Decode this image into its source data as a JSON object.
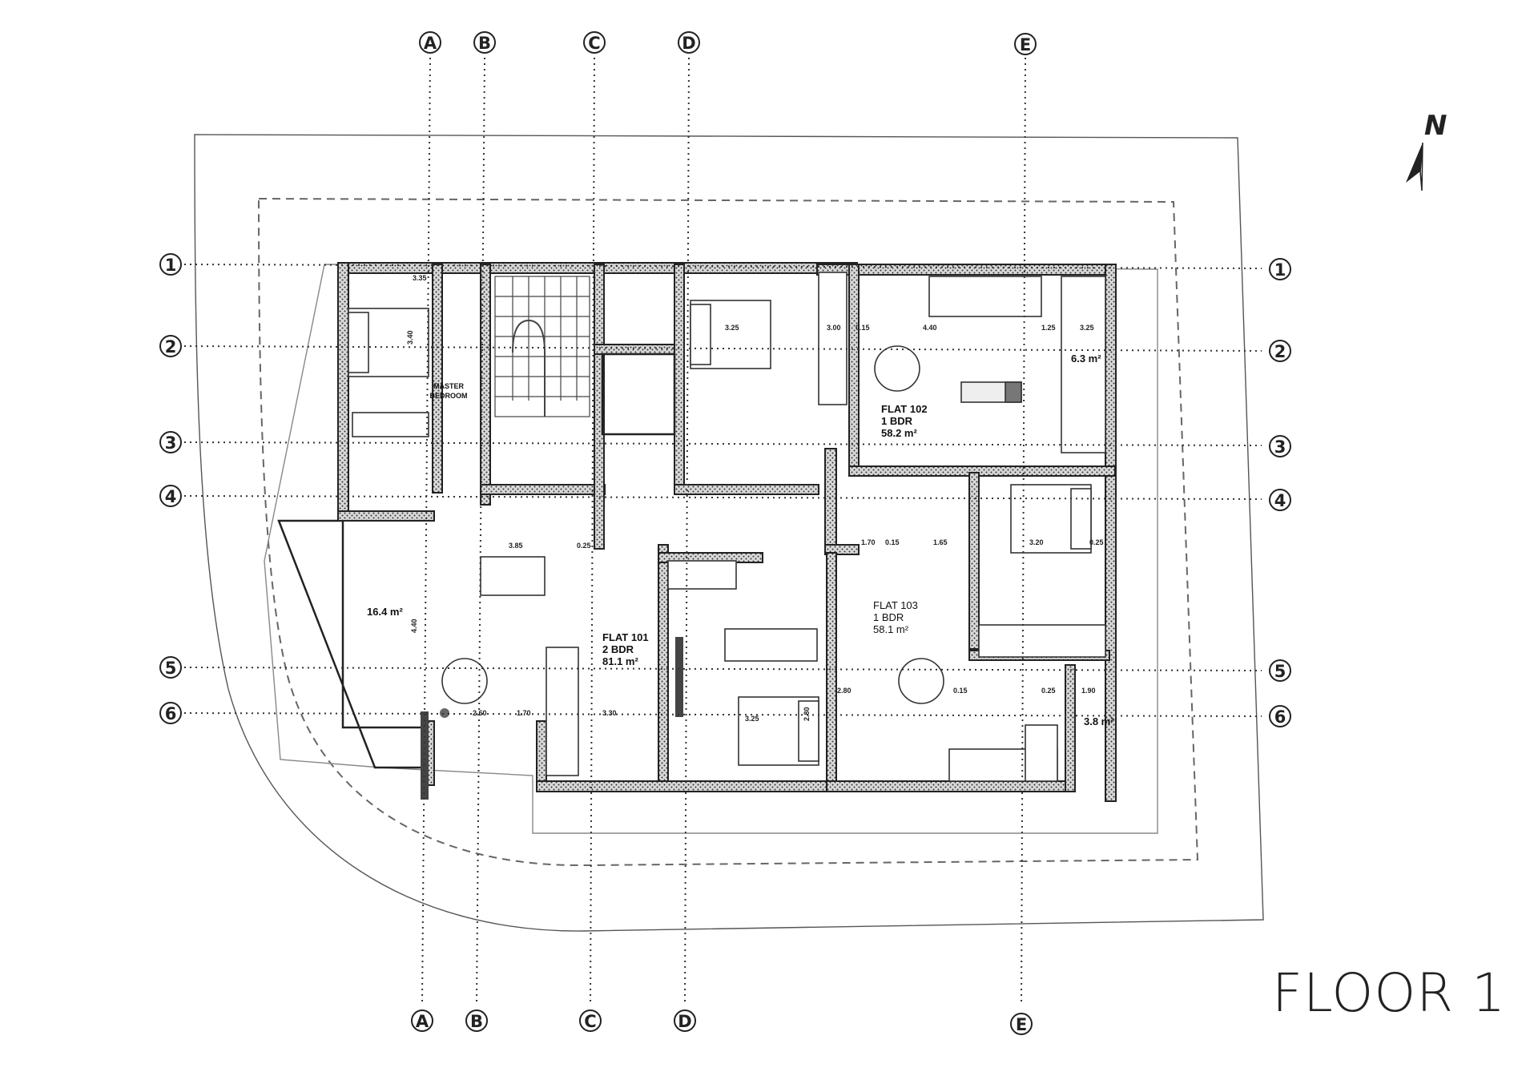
{
  "title": "FLOOR 1",
  "north_label": "N",
  "grid": {
    "letters": [
      "A",
      "B",
      "C",
      "D",
      "E"
    ],
    "numbers": [
      "1",
      "2",
      "3",
      "4",
      "5",
      "6"
    ]
  },
  "rooms": {
    "master_bedroom": [
      "MASTER",
      "BEDROOM"
    ],
    "flat101": [
      "FLAT 101",
      "2 BDR",
      "81.1 m²"
    ],
    "flat102": [
      "FLAT 102",
      "1 BDR",
      "58.2 m²"
    ],
    "flat103": [
      "FLAT 103",
      "1 BDR",
      "58.1 m²"
    ],
    "balcony_west": "16.4 m²",
    "storage_ne": "6.3 m²",
    "storage_se": "3.8 m²"
  },
  "dimensions": [
    "3.35",
    "3.40",
    "3.25",
    "3.00",
    "0.15",
    "4.40",
    "1.25",
    "3.25",
    "3.85",
    "0.25",
    "2.60",
    "1.70",
    "3.30",
    "3.25",
    "2.80",
    "1.70",
    "0.15",
    "1.65",
    "3.20",
    "0.25",
    "2.80",
    "0.15",
    "0.25",
    "1.90",
    "4.40"
  ],
  "colors": {
    "line": "#222222",
    "background": "#ffffff"
  }
}
